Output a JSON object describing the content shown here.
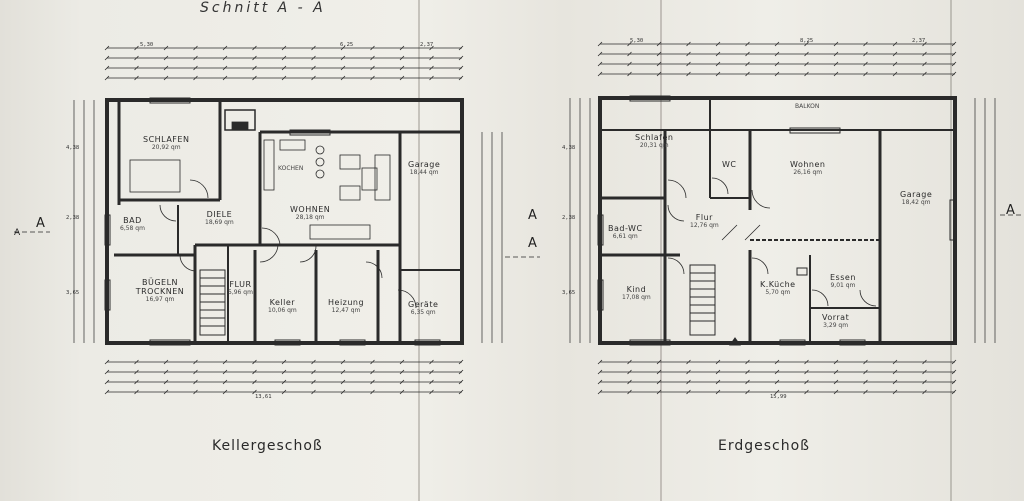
{
  "header": {
    "section": "Schnitt  A - A"
  },
  "plans": [
    {
      "title": "Kellergeschoß",
      "rooms": [
        {
          "name": "SCHLAFEN",
          "area": "20,92 qm"
        },
        {
          "name": "BAD",
          "area": "6,58 qm"
        },
        {
          "name": "DIELE",
          "area": "18,69 qm"
        },
        {
          "name": "WOHNEN",
          "area": "28,18 qm"
        },
        {
          "name": "KOCHEN",
          "area": ""
        },
        {
          "name": "Garage",
          "area": "18,44 qm"
        },
        {
          "name": "BÜGELN TROCKNEN",
          "area": "16,97 qm"
        },
        {
          "name": "FLUR",
          "area": "5,96 qm"
        },
        {
          "name": "Keller",
          "area": "10,06 qm"
        },
        {
          "name": "Heizung",
          "area": "12,47 qm"
        },
        {
          "name": "Geräte",
          "area": "6,35 qm"
        }
      ],
      "total_width": "13,61",
      "dims_top": [
        "5,30",
        "6,25",
        "2,37"
      ],
      "dims_left": [
        "4,38",
        "2,38",
        "3,65"
      ]
    },
    {
      "title": "Erdgeschoß",
      "rooms": [
        {
          "name": "Schlafen",
          "area": "20,31 qm"
        },
        {
          "name": "WC",
          "area": ""
        },
        {
          "name": "Wohnen",
          "area": "26,16 qm"
        },
        {
          "name": "BALKON",
          "area": ""
        },
        {
          "name": "Garage",
          "area": "18,42 qm"
        },
        {
          "name": "Bad-WC",
          "area": "6,61 qm"
        },
        {
          "name": "Flur",
          "area": "12,76 qm"
        },
        {
          "name": "Kind",
          "area": "17,08 qm"
        },
        {
          "name": "K.Küche",
          "area": "5,70 qm"
        },
        {
          "name": "Essen",
          "area": "9,01 qm"
        },
        {
          "name": "Vorrat",
          "area": "3,29 qm"
        }
      ],
      "total_width": "15,99",
      "dims_top": [
        "5,30",
        "8,25",
        "2,37"
      ],
      "dims_left": [
        "4,38",
        "2,38",
        "3,65"
      ]
    }
  ],
  "section_marks": [
    "A",
    "A",
    "A",
    "A",
    "A"
  ]
}
